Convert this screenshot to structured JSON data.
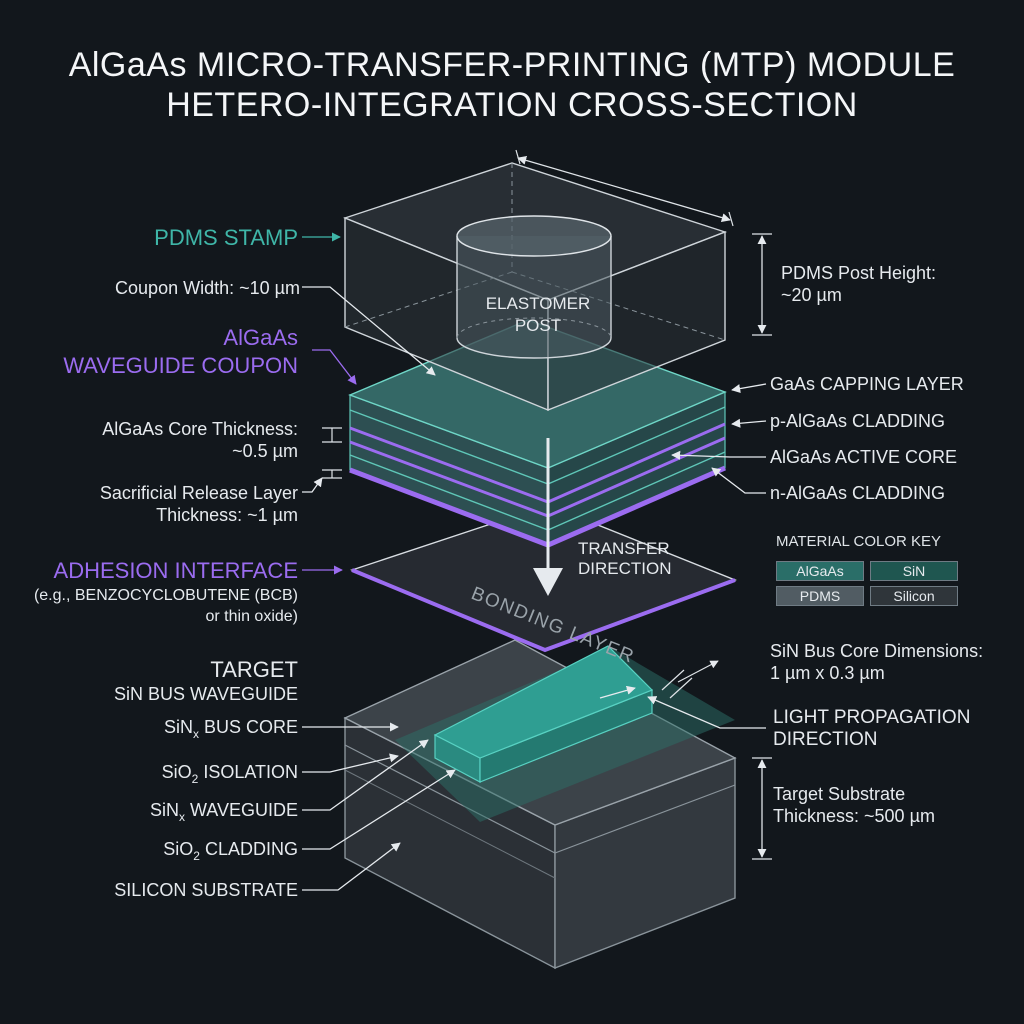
{
  "title": {
    "line1": "AlGaAs MICRO-TRANSFER-PRINTING (MTP) MODULE",
    "line2": "HETERO-INTEGRATION CROSS-SECTION"
  },
  "colors": {
    "background": "#12171c",
    "algaas": "#3fb6a8",
    "purple_accent": "#9b6cf0",
    "sin": "#2f8f86",
    "pdms": "#7d8a93",
    "silicon": "#3a4046"
  },
  "stamp": {
    "name": "PDMS STAMP",
    "post_label": "ELASTOMER POST",
    "post_label_line1": "ELASTOMER",
    "post_label_line2": "POST",
    "post_height_line1": "PDMS Post Height:",
    "post_height_line2": "~20 µm"
  },
  "coupon": {
    "width_label": "Coupon Width: ~10 µm",
    "name_line1": "AlGaAs",
    "name_line2": "WAVEGUIDE COUPON",
    "core_thickness_line1": "AlGaAs Core Thickness:",
    "core_thickness_line2": "~0.5 µm",
    "release_line1": "Sacrificial Release Layer",
    "release_line2": "Thickness: ~1 µm",
    "layers": [
      "GaAs CAPPING LAYER",
      "p-AlGaAs CLADDING",
      "AlGaAs ACTIVE CORE",
      "n-AlGaAs CLADDING"
    ]
  },
  "transfer": {
    "line1": "TRANSFER",
    "line2": "DIRECTION"
  },
  "adhesion": {
    "name": "ADHESION INTERFACE",
    "note_line1": "(e.g., BENZOCYCLOBUTENE (BCB)",
    "note_line2": "or thin oxide)",
    "layer_text": "BONDING LAYER"
  },
  "key": {
    "title": "MATERIAL COLOR KEY",
    "items": [
      "AlGaAs",
      "SiN",
      "PDMS",
      "Silicon"
    ]
  },
  "target": {
    "title_line1": "TARGET",
    "title_line2": "SiN BUS WAVEGUIDE",
    "sin_bus_core": "SiN",
    "sin_sub": "x",
    "sin_bus_core_rest": " BUS CORE",
    "sio2_isolation": "SiO",
    "sio2_sub": "2",
    "sio2_isolation_rest": " ISOLATION",
    "sin_waveguide": "SiN",
    "sin_waveguide_sub": "x",
    "sin_waveguide_rest": " WAVEGUIDE",
    "sio2_cladding": "SiO",
    "sio2_cladding_sub": "2",
    "sio2_cladding_rest": " CLADDING",
    "silicon_substrate": "SILICON SUBSTRATE",
    "bus_dims_line1": "SiN Bus Core Dimensions:",
    "bus_dims_line2": "1 µm x 0.3 µm",
    "light_line1": "LIGHT PROPAGATION",
    "light_line2": "DIRECTION",
    "substrate_thk_line1": "Target Substrate",
    "substrate_thk_line2": "Thickness: ~500 µm"
  }
}
